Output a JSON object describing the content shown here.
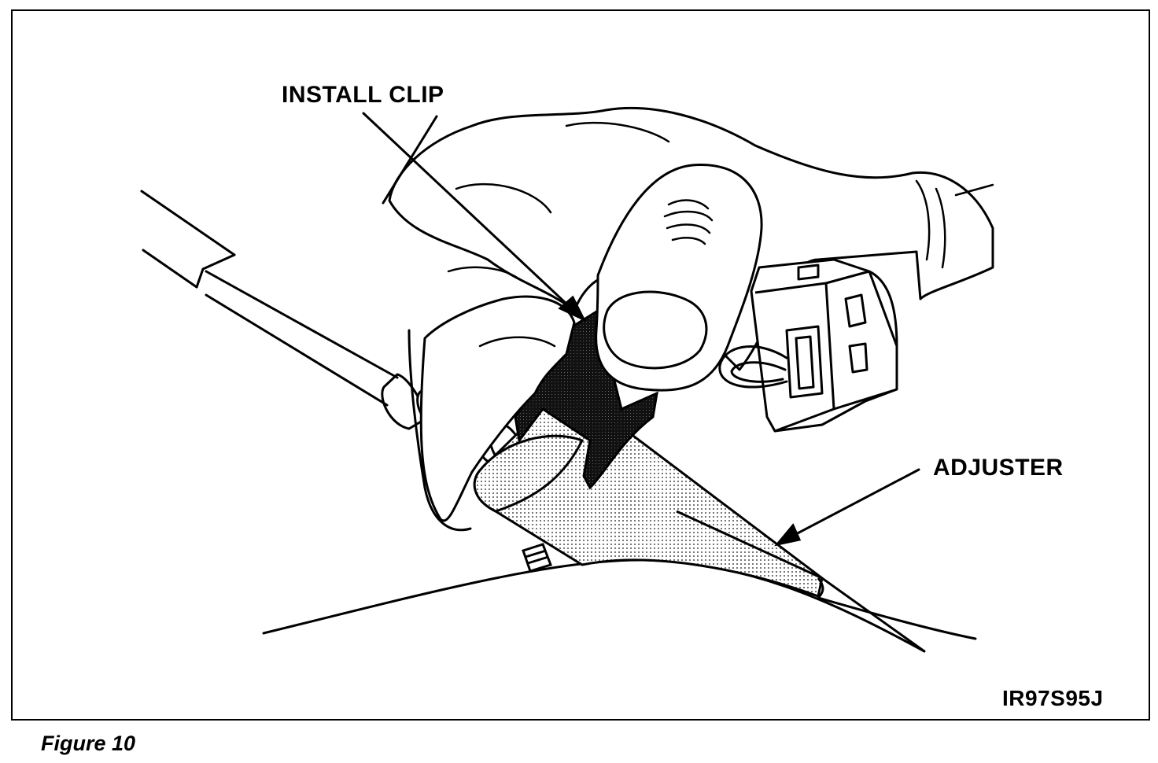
{
  "callouts": {
    "install_clip": "INSTALL CLIP",
    "adjuster": "ADJUSTER"
  },
  "diagram_code": "IR97S95J",
  "caption": "Figure 10",
  "colors": {
    "ink": "#000000",
    "paper": "#ffffff",
    "shade": "#9a9a9a"
  }
}
